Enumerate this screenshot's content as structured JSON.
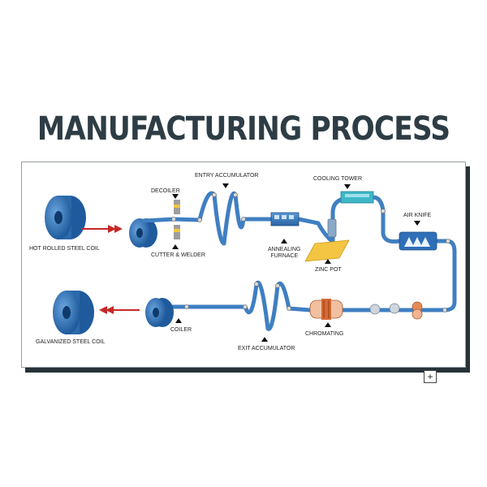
{
  "title": "MANUFACTURING PROCESS",
  "labels": {
    "hot_rolled_steel_coil": "HOT ROLLED STEEL COIL",
    "decoiler": "DECOILER",
    "cutter_welder": "CUTTER & WELDER",
    "entry_accumulator": "ENTRY ACCUMULATOR",
    "annealing_furnace_1": "ANNEALING",
    "annealing_furnace_2": "FURNACE",
    "zinc_pot": "ZINC POT",
    "cooling_tower": "COOLING TOWER",
    "air_knife": "AIR KNIFE",
    "chromating": "CHROMATING",
    "exit_accumulator": "EXIT ACCUMULATOR",
    "coiler": "COILER",
    "galvanized_steel_coil": "GALVANIZED STEEL COIL"
  },
  "expand_symbol": "+",
  "colors": {
    "strip": "#3f7fc2",
    "strip_dark": "#2c5f99",
    "arrow_red": "#c62828",
    "title": "#2e3d45",
    "zinc": "#f4c542",
    "cooling": "#3fb7c7",
    "furnace": "#3c7cc0",
    "chromating": "#e58a55"
  }
}
